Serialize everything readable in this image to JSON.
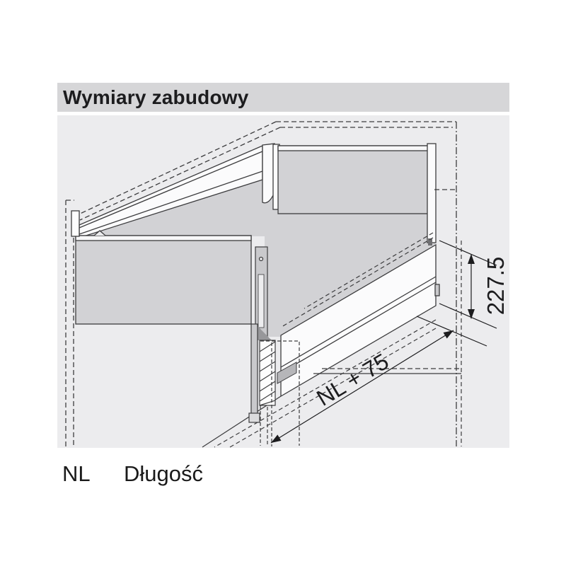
{
  "title": "Wymiary zabudowy",
  "diagram": {
    "description": "corner-drawer-installation-drawing",
    "dimensions": {
      "height_label": "227.5",
      "length_label": "NL + 75"
    },
    "legend": {
      "symbol": "NL",
      "description": "Długość"
    },
    "colors": {
      "title_bar": "#d6d6d8",
      "diagram_background": "#ececee",
      "panel_gray": "#d2d2d5",
      "bracket_gray": "#c9c9cc",
      "line": "#3c3c3e",
      "dimension_text": "#1c1c1e",
      "white_rail": "#fbfbfc"
    }
  }
}
